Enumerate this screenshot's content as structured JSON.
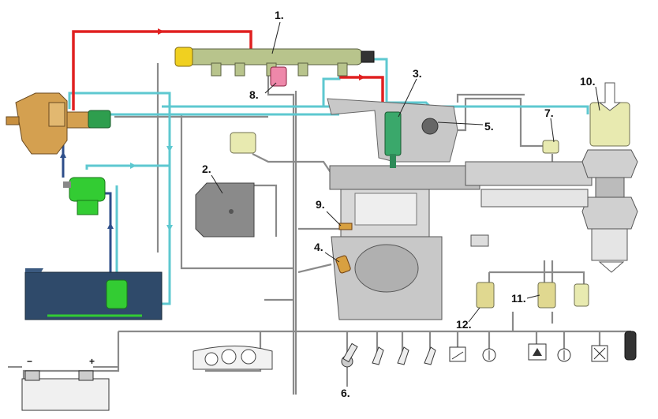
{
  "diagram": {
    "callouts": [
      "1.",
      "2.",
      "3.",
      "4.",
      "5.",
      "6.",
      "7.",
      "8.",
      "9.",
      "10.",
      "11.",
      "12."
    ],
    "battery_terminals": {
      "negative": "−",
      "positive": "+"
    }
  },
  "colors": {
    "high_pressure": "#e02020",
    "return_line": "#5ec8d0",
    "feed_line": "#2e4e8a",
    "wiring": "#8a8a8a",
    "injector": "#3aa86b",
    "filter": "#33cc33",
    "tank": "#2f4a6a",
    "pump": "#d4a050",
    "rail": "#b8c48c",
    "sensor": "#e8eab0",
    "pressure_sensor": "#ee88aa",
    "engine_block": "#c8c8c8"
  },
  "icons": [
    "pressure-gauge-icon",
    "thermometer-icon",
    "warning-lamp-icon",
    "key-switch-icon"
  ]
}
